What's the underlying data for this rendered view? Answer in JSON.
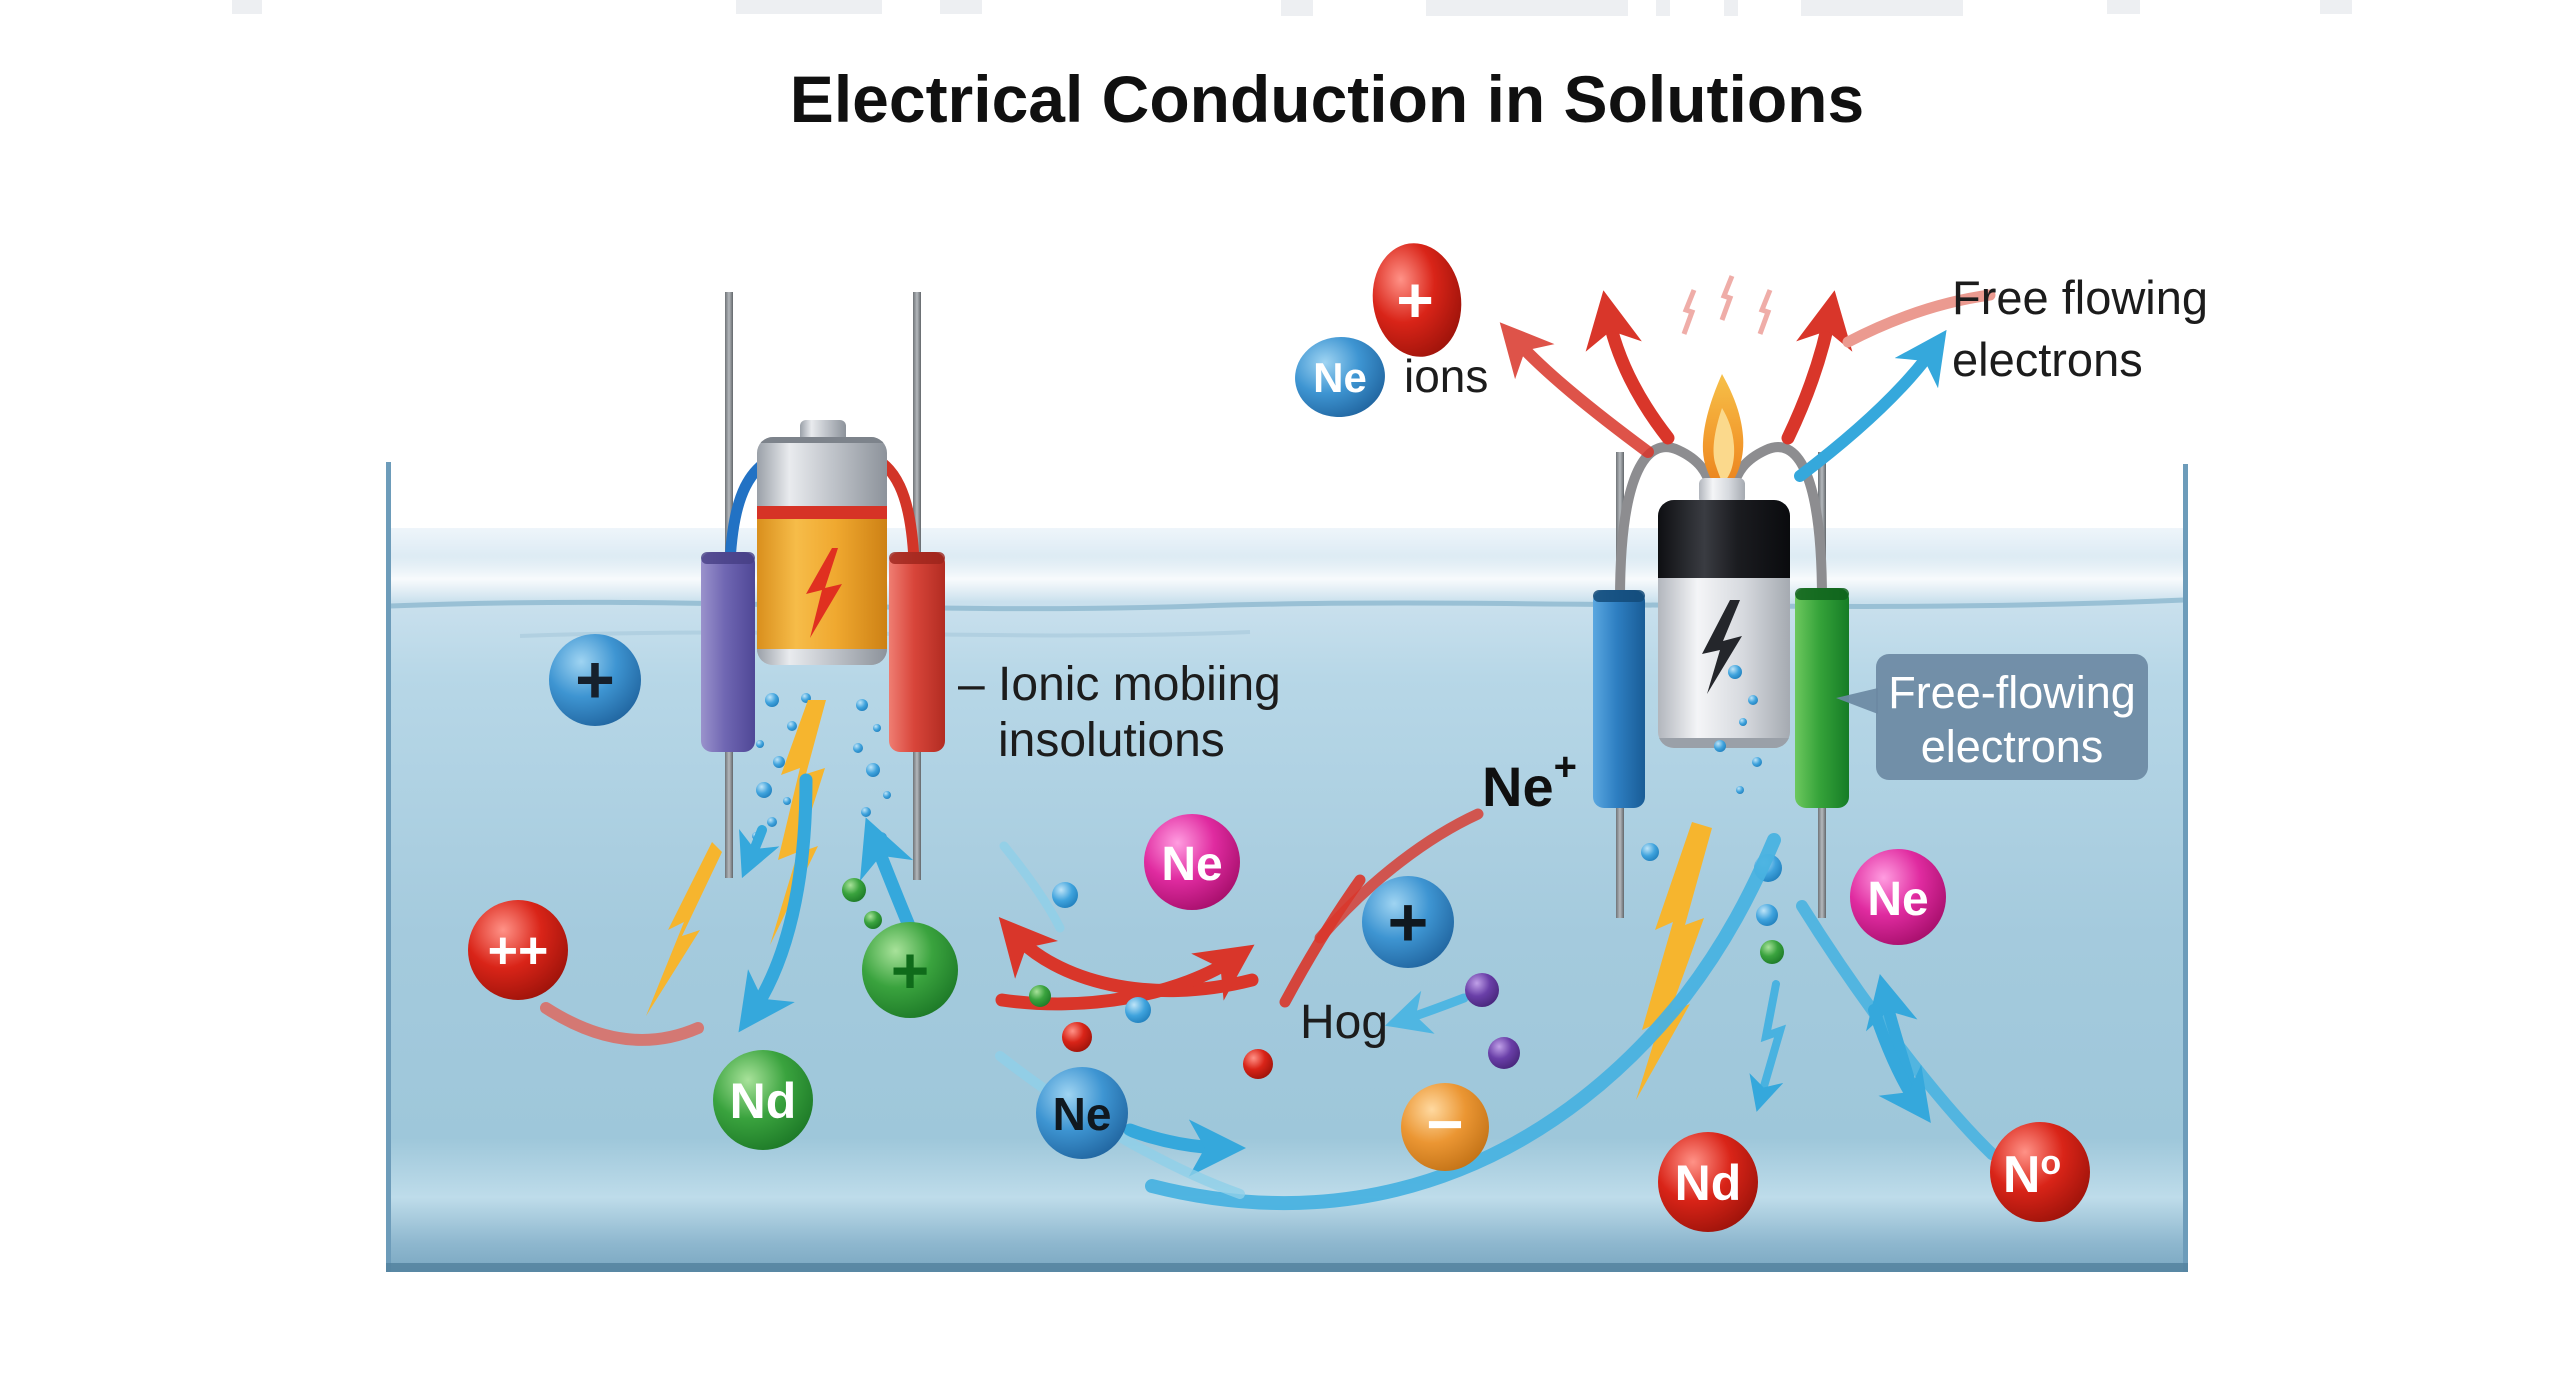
{
  "title": "Electrical Conduction in Solutions",
  "legend_top": {
    "plus_ion": "+",
    "ne_ion": "Ne",
    "ions_label": "ions",
    "free_flowing_line1": "Free flowing",
    "free_flowing_line2": "electrons"
  },
  "annotations": {
    "ionic_line1": "– Ionic mobiing",
    "ionic_line2": "insolutions",
    "ne_plus_base": "Ne",
    "ne_plus_sup": "+",
    "hog": "Hog",
    "box_line1": "Free-flowing",
    "box_line2": "electrons"
  },
  "ions": {
    "left_blue_plus": "+",
    "left_red_plusplus": "++",
    "left_green_plus": "+",
    "left_green_nd": "Nd",
    "center_blue_ne": "Ne",
    "center_magenta_ne": "Ne",
    "center_blue_plus": "+",
    "center_orange_minus": "−",
    "right_magenta_ne": "Ne",
    "right_red_nd": "Nd",
    "right_red_n_base": "N",
    "right_red_n_sup": "o"
  },
  "colors": {
    "water_top": "#cde3ef",
    "water_mid": "#a6cadd",
    "water_deep": "#93bfd4",
    "tank_wall": "#6d9cba",
    "arrow_red": "#d9362a",
    "arrow_blue": "#35a8dc",
    "arrow_teal": "#4fb6e2",
    "bolt_yellow": "#f6b52e",
    "battery_orange": "#f2ad35",
    "battery_band_red": "#d63326",
    "callout_box": "#6b89a3",
    "magenta_ion": "#d8219c",
    "blue_ion": "#3e95d2",
    "red_ion": "#d92418",
    "green_ion": "#3aa33e",
    "orange_ion": "#eb9633",
    "purple_ion": "#6a3fa8"
  }
}
